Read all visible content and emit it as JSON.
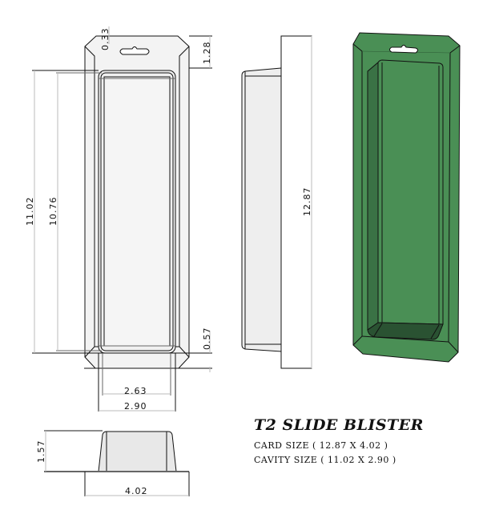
{
  "title": "T2 SLIDE BLISTER",
  "specs": {
    "card_size": "CARD SIZE ( 12.87 X 4.02 )",
    "cavity_size": "CAVITY SIZE ( 11.02 X 2.90 )"
  },
  "dimensions": {
    "hang_hole_offset": "0.33",
    "header_height": "1.28",
    "cavity_length": "11.02",
    "inner_cavity_length": "10.76",
    "bottom_flange": "0.57",
    "inner_cavity_width": "2.63",
    "cavity_width": "2.90",
    "card_length": "12.87",
    "cavity_depth": "1.57",
    "card_width": "4.02"
  },
  "views": {
    "front": "front-view",
    "side": "side-view",
    "end": "end-view",
    "render": "3d-render"
  },
  "colors": {
    "render_green": "#4a8f55",
    "render_dark": "#3a7245",
    "render_darker": "#2a5232",
    "blister_fill": "#f2f2f2",
    "line": "#111111",
    "dim_line": "#bbbbbb"
  }
}
